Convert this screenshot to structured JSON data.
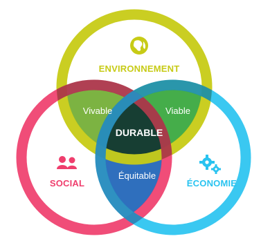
{
  "circles": {
    "environment": {
      "label": "ENVIRONNEMENT",
      "color": "#c7cb16",
      "icon": "globe-icon"
    },
    "social": {
      "label": "SOCIAL",
      "color": "#ef3e6d",
      "icon": "people-icon"
    },
    "economy": {
      "label": "ÉCONOMIE",
      "color": "#29c3f0",
      "icon": "gears-icon"
    }
  },
  "intersections": {
    "environment_social": "Vivable",
    "environment_economy": "Viable",
    "social_economy": "Équitable",
    "center": "DURABLE"
  },
  "colors": {
    "overlap_env_social": "#7cb342",
    "overlap_env_economy": "#4caf50",
    "overlap_social_economy": "#2f6fbd",
    "center": "#173e33"
  }
}
